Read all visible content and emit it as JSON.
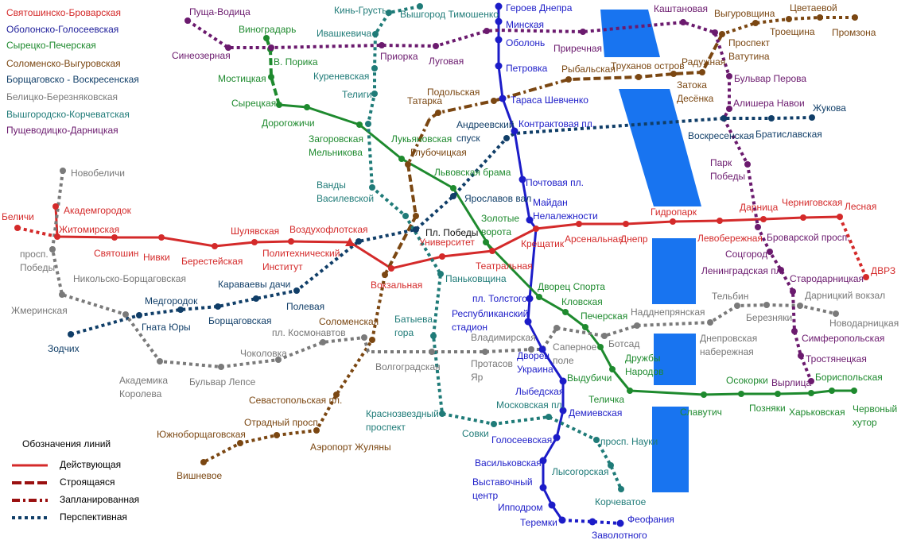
{
  "line_legend": [
    {
      "name": "Святошинско-Броварская",
      "color": "#d42a2a"
    },
    {
      "name": "Оболонско-Голосеевская",
      "color": "#1c1c9a"
    },
    {
      "name": "Сырецко-Печерская",
      "color": "#1e8a2e"
    },
    {
      "name": "Соломенско-Выгуровская",
      "color": "#7b4712"
    },
    {
      "name": "Борщаговско - Воскресенская",
      "color": "#103e68"
    },
    {
      "name": "Белицко-Березняковская",
      "color": "#7a7a7a"
    },
    {
      "name": "Вышгородско-Корчеватская",
      "color": "#1f7b78"
    },
    {
      "name": "Пущеводицко-Дарницкая",
      "color": "#6b1a6e"
    }
  ],
  "status_legend": {
    "title": "Обозначения линий",
    "items": [
      {
        "label": "Действующая",
        "style": "solid",
        "color": "#d42a2a"
      },
      {
        "label": "Строящаяся",
        "style": "dashed",
        "color": "#9a1010"
      },
      {
        "label": "Запланированная",
        "style": "dashdot",
        "color": "#9a1010"
      },
      {
        "label": "Перспективная",
        "style": "dotted",
        "color": "#103e68"
      }
    ]
  },
  "colors": {
    "river": "#1874f0"
  },
  "lines": [
    {
      "color": "#d42a2a",
      "stations": [
        "Академгородок",
        "Житомирская",
        "Святошин",
        "Нивки",
        "Берестейская",
        "Шулявская",
        [
          "Политехнический",
          "Институт"
        ],
        "Воздухофлотская",
        "Вокзальная",
        "Университет",
        "Театральная",
        "Крещатик",
        "Арсенальная",
        "Днепр",
        "Гидропарк",
        "Левобережная",
        "Дарница",
        "Черниговская",
        "Лесная",
        "Беличи",
        "ДВРЗ"
      ]
    },
    {
      "color": "#1c1cc8",
      "stations": [
        "Героев Днепра",
        "Минская",
        "Оболонь",
        "Петровка",
        "Тараса Шевченко",
        "Контрактовая пл.",
        "Почтовая пл.",
        [
          "Майдан",
          "Нелалежности"
        ],
        "пл. Толстого",
        [
          "Республиканский",
          "стадион"
        ],
        [
          "Дворец",
          "Украина"
        ],
        "Лыбедская",
        "Демиевская",
        "Голосеевская",
        "Васильковская",
        [
          "Выставочный",
          "центр"
        ],
        "Ипподром",
        "Теремки",
        "Заволотного",
        "Феофания"
      ]
    },
    {
      "color": "#1e8a2e",
      "stations": [
        "Виноградарь",
        "В. Порика",
        "Мостицкая",
        "Сырецкая",
        "Дорогожичи",
        [
          "Загоровская",
          "Мельникова"
        ],
        "Лукьяновская",
        "Львовская брама",
        [
          "Золотые",
          "ворота"
        ],
        "Дворец Спорта",
        "Кловская",
        "Печерская",
        [
          "Дружбы",
          "Народов"
        ],
        "Выдубичи",
        "Теличка",
        "Славутич",
        "Осокорки",
        "Позняки",
        "Харьковская",
        "Бориспольская",
        [
          "Червоный",
          "хутор"
        ]
      ]
    },
    {
      "color": "#7b4712",
      "stations": [
        "Промзона",
        "Цветаевой",
        "Троещина",
        "Выгуровщина",
        [
          "Проспект",
          "Ватутина"
        ],
        "Радужная",
        [
          "Затока",
          "Десёнка"
        ],
        "Труханов остров",
        "Рыбальская",
        "Подольская",
        "Татарка",
        "Глубочицкая",
        "Соломенская",
        "Севастопольская пл.",
        "Аэропорт Жуляны",
        "Отрадный просп.",
        "Южноборщаговская",
        "Вишневое"
      ]
    },
    {
      "color": "#103e68",
      "stations": [
        "Зодчих",
        "Гната Юры",
        "Медгородок",
        "Борщаговская",
        "Караваевы дачи",
        "Полевая",
        "Пл. Победы",
        "Ярославов вал",
        [
          "Андреевский",
          "спуск"
        ],
        "Воскресенская",
        "Братиславская",
        "Жукова"
      ]
    },
    {
      "color": "#7a7a7a",
      "stations": [
        "Новобеличи",
        [
          "просп.",
          "Победы"
        ],
        "Жмеринская",
        "Никольско-Борщаговская",
        [
          "Академика",
          "Королева"
        ],
        "Бульвар Лепсе",
        "Чоколовка",
        "пл. Космонавтов",
        "Волгоградская",
        [
          "Протасов",
          "Яр"
        ],
        "Владимирская",
        [
          "Саперное",
          "поле"
        ],
        "Ботсад",
        "Надднепрянская",
        [
          "Днепровская",
          "набережная"
        ],
        "Тельбин",
        "Березняки",
        "Дарницкий вокзал",
        "Новодарницкая"
      ]
    },
    {
      "color": "#1f7b78",
      "stations": [
        "Вышгород Тимошенко",
        "Кинь-Грусть",
        "Ивашкевича",
        "Куреневская",
        "Телиги",
        [
          "Ванды",
          "Василевской"
        ],
        "Паньковщина",
        [
          "Батыева",
          "гора"
        ],
        [
          "Краснозвездный",
          "проспект"
        ],
        "Совки",
        "Московская пл.",
        "просп. Науки",
        "Лысогорская",
        "Корчеватое"
      ]
    },
    {
      "color": "#6b1a6e",
      "stations": [
        "Пуща-Водица",
        "Синеозерная",
        "Приорка",
        "Луговая",
        "Приречная",
        "Каштановая",
        "Бульвар Перова",
        "Алишера Навои",
        [
          "Парк",
          "Победы"
        ],
        "Броварской просп.",
        "Соцгород",
        "Ленинградская пл.",
        "Стародарницкая",
        "Симферопольская",
        "Тростянецкая",
        "Вырлица"
      ]
    }
  ]
}
